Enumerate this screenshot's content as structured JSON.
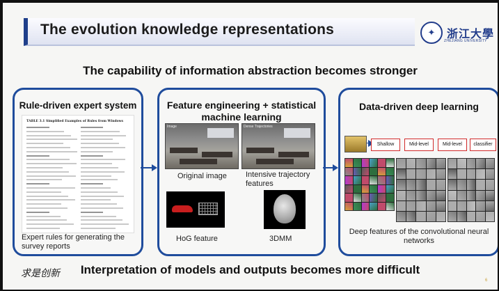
{
  "title": "The evolution knowledge representations",
  "logo": {
    "name": "浙江大學",
    "en": "ZHEJIANG UNIVERSITY"
  },
  "subtitle": "The capability of information abstraction becomes stronger",
  "panels": {
    "rule": {
      "title": "Rule-driven expert system",
      "doc_title": "TABLE 3.1   Simplified Examples of Rules from Windows",
      "caption": "Expert rules for generating the survey reports"
    },
    "feature": {
      "title": "Feature engineering + statistical machine learning",
      "img_tag1": "Image",
      "img_tag2": "Dense Trajectories",
      "caption_original": "Original image",
      "caption_traj": "Intensive trajectory features",
      "caption_hog": "HoG feature",
      "caption_3dmm": "3DMM"
    },
    "deep": {
      "title": "Data-driven deep learning",
      "boxes": [
        "Shallow",
        "Mid-level",
        "Mid-level",
        "classifier"
      ],
      "caption": "Deep features of the convolutional neural networks"
    }
  },
  "bottom": "Interpretation of models and outputs becomes more difficult",
  "signature": "求是创新",
  "page_number": "6",
  "colors": {
    "accent": "#1f4c9c",
    "title_bar": "#1f3f8a",
    "cnn_box": "#d12a2a"
  }
}
